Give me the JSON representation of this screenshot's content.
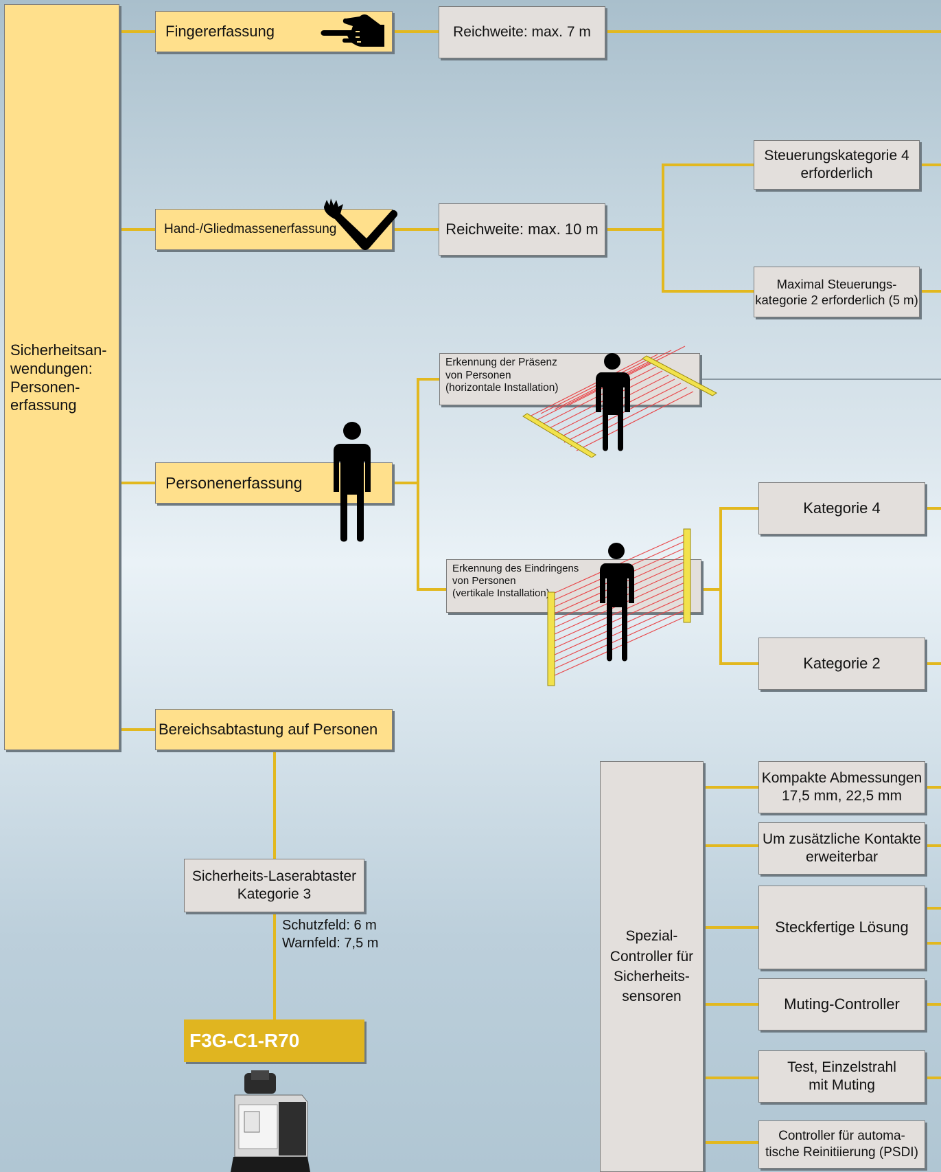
{
  "root": {
    "lines": [
      "Sicherheitsan-",
      "wendungen:",
      "Personen-",
      "erfassung"
    ]
  },
  "categories": {
    "finger": "Fingererfassung",
    "hand": "Hand-/Gliedmassenerfassung",
    "person": "Personenerfassung",
    "area": "Bereichsabtastung auf Personen"
  },
  "ranges": {
    "finger": "Reichweite: max. 7 m",
    "hand": "Reichweite: max. 10 m"
  },
  "control": {
    "cat4_lines": [
      "Steuerungskategorie 4",
      "erforderlich"
    ],
    "cat2_lines": [
      "Maximal Steuerungs-",
      "kategorie 2 erforderlich (5 m)"
    ]
  },
  "detection": {
    "presence_lines": [
      "Erkennung der Präsenz",
      "von Personen",
      "(horizontale Installation)"
    ],
    "intrusion_lines": [
      "Erkennung des Eindringens",
      "von Personen",
      "(vertikale Installation)"
    ],
    "kategorie4": "Kategorie 4",
    "kategorie2": "Kategorie 2"
  },
  "laser": {
    "box_lines": [
      "Sicherheits-Laserabtaster",
      "Kategorie 3"
    ],
    "field_lines": [
      "Schutzfeld: 6 m",
      "Warnfeld: 7,5 m"
    ],
    "product": "F3G-C1-R70"
  },
  "controller": {
    "title_lines": [
      "Spezial-",
      "Controller für",
      "Sicherheits-",
      "sensoren"
    ],
    "features": [
      {
        "lines": [
          "Kompakte Abmessungen",
          "17,5 mm, 22,5 mm"
        ]
      },
      {
        "lines": [
          "Um zusätzliche Kontakte",
          "erweiterbar"
        ]
      },
      {
        "lines": [
          "Steckfertige Lösung"
        ]
      },
      {
        "lines": [
          "Muting-Controller"
        ]
      },
      {
        "lines": [
          "Test, Einzelstrahl",
          "mit Muting"
        ]
      },
      {
        "lines": [
          "Controller für automa-",
          "tische Reinitiierung (PSDI)"
        ]
      }
    ]
  },
  "icons": [
    "pointing-hand-icon",
    "waving-arm-icon",
    "person-icon",
    "light-curtain-horizontal-icon",
    "light-curtain-vertical-icon",
    "laser-scanner-device-icon"
  ],
  "colors": {
    "connector": "#e2b81f",
    "yellow_box": "#ffe08c",
    "grey_box": "#e3dfdc",
    "product": "#e0b520",
    "beam": "#e8474a"
  }
}
